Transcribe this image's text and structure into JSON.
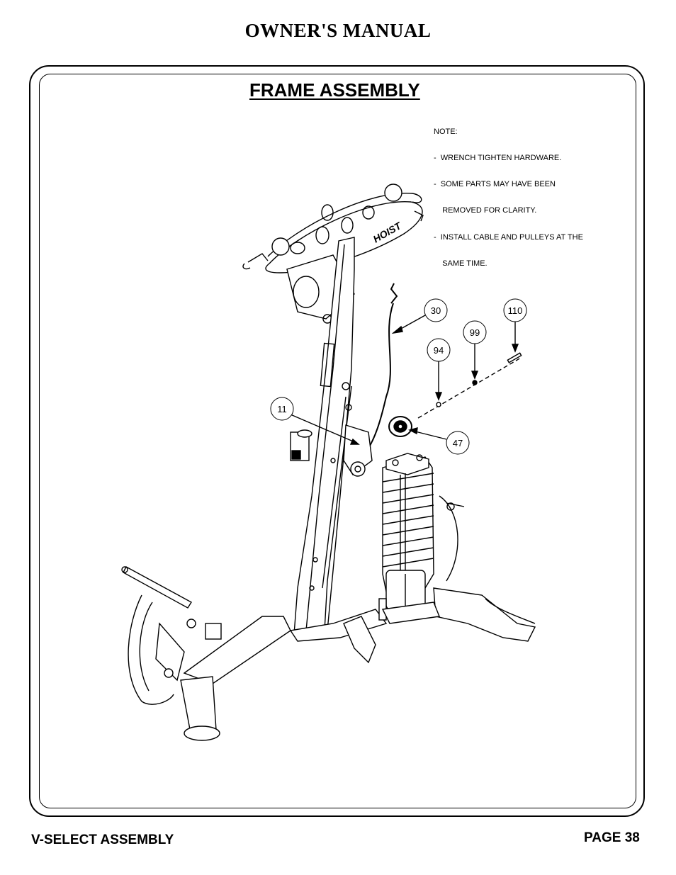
{
  "header": {
    "title": "OWNER'S MANUAL"
  },
  "section": {
    "title": "FRAME ASSEMBLY"
  },
  "note": {
    "heading": "NOTE:",
    "lines": [
      "-  WRENCH TIGHTEN HARDWARE.",
      "-  SOME PARTS MAY HAVE BEEN",
      "    REMOVED FOR CLARITY.",
      "-  INSTALL CABLE AND PULLEYS AT THE",
      "    SAME TIME."
    ]
  },
  "callouts": [
    {
      "id": "callout-30",
      "label": "30"
    },
    {
      "id": "callout-110",
      "label": "110"
    },
    {
      "id": "callout-99",
      "label": "99"
    },
    {
      "id": "callout-94",
      "label": "94"
    },
    {
      "id": "callout-11",
      "label": "11"
    },
    {
      "id": "callout-47",
      "label": "47"
    }
  ],
  "logo_text": "HOIST",
  "footer": {
    "left": "V-SELECT ASSEMBLY",
    "right": "PAGE 38"
  }
}
